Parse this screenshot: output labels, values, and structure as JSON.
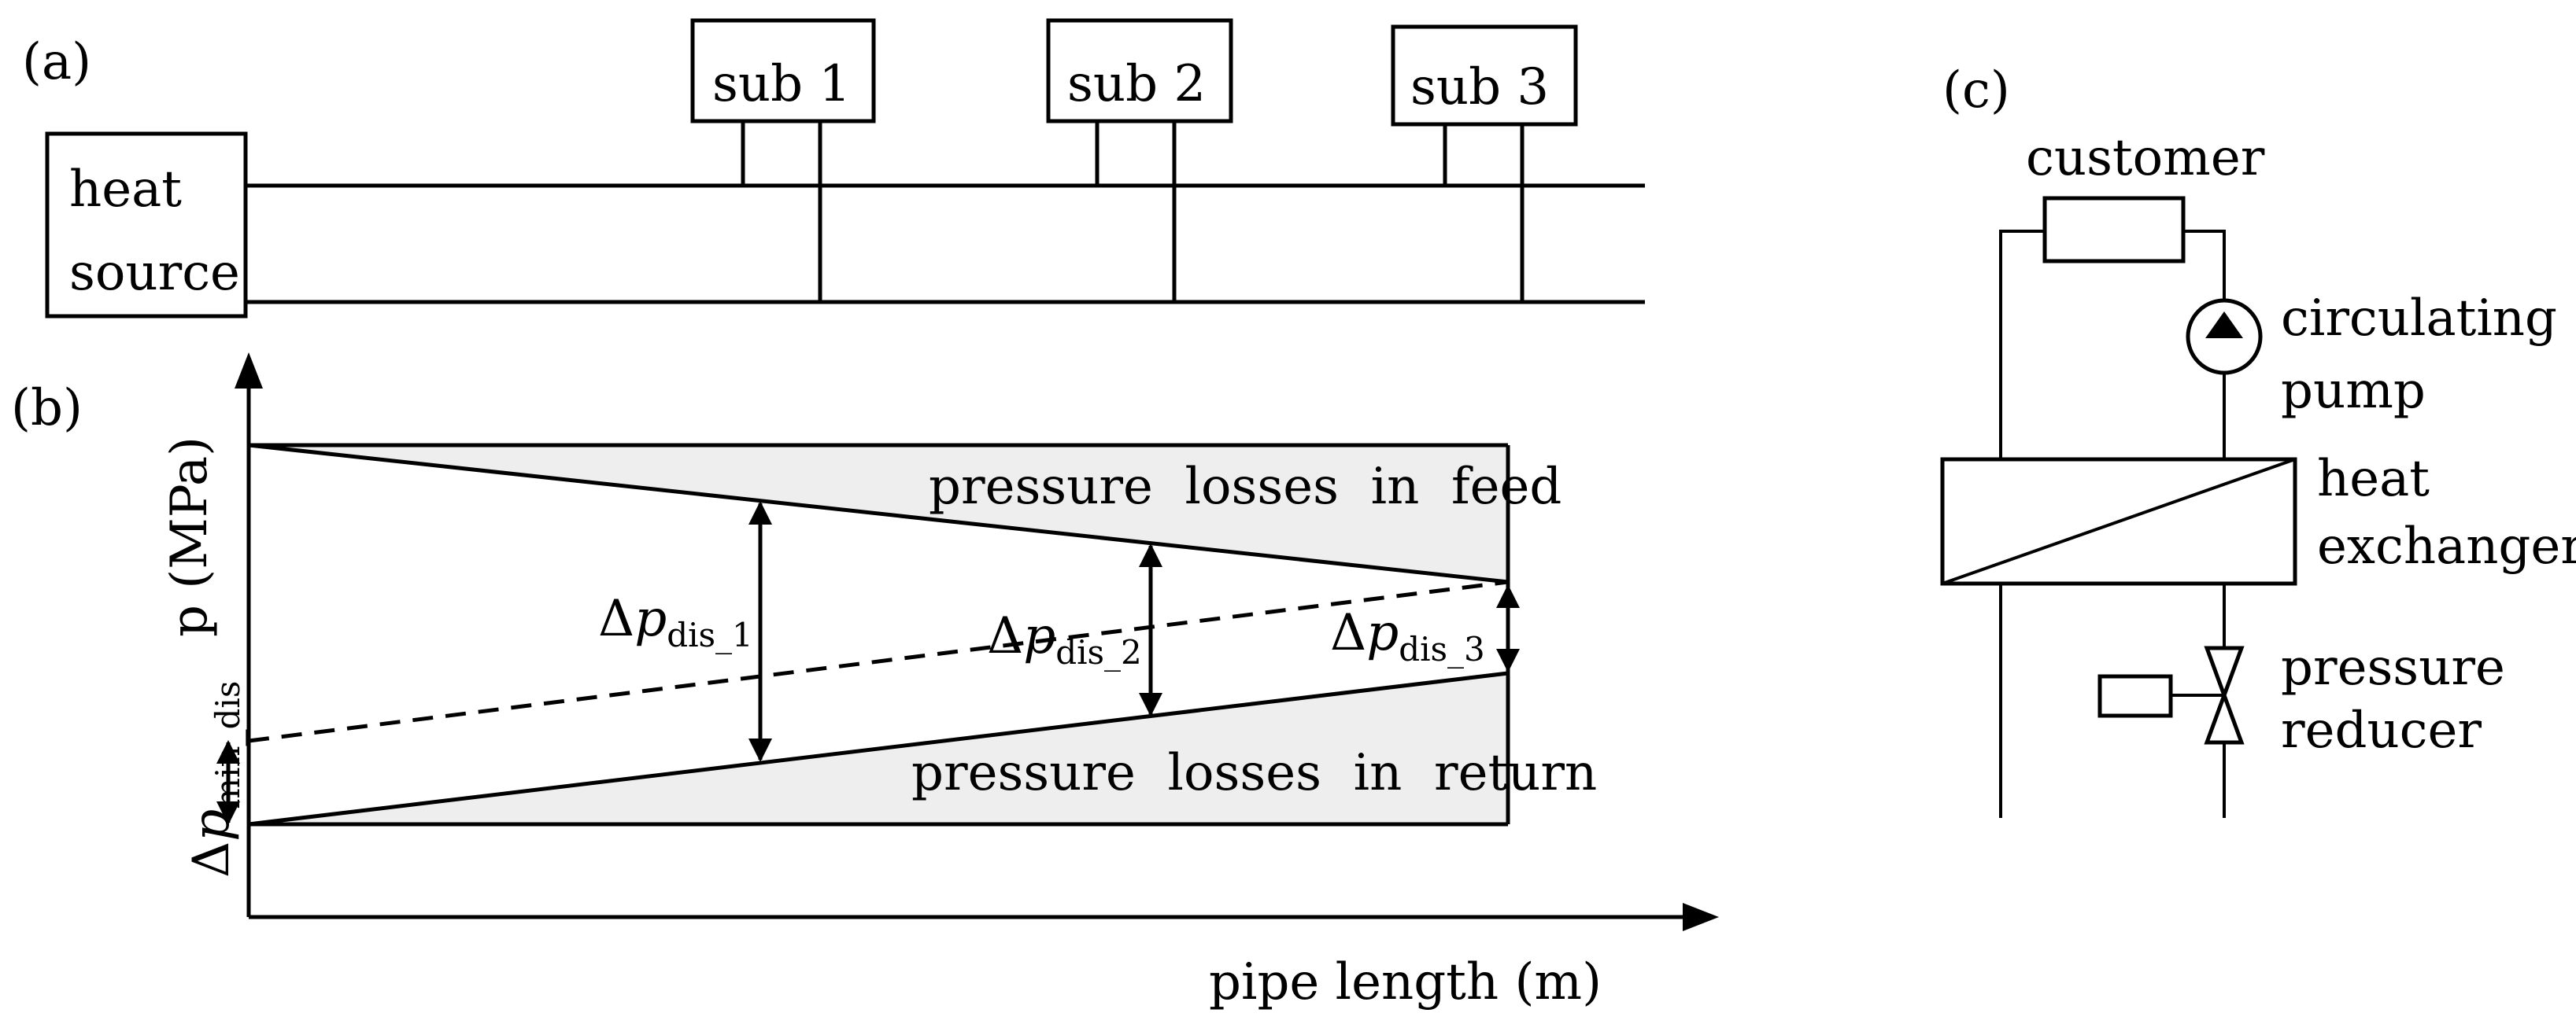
{
  "panel_a": {
    "label": "(a)",
    "heat_source_line1": "heat",
    "heat_source_line2": "source",
    "substations": [
      "sub 1",
      "sub 2",
      "sub 3"
    ]
  },
  "panel_b": {
    "label": "(b)",
    "y_axis_label": "p (MPa)",
    "x_axis_label": "pipe length (m)",
    "feed_region_label": "pressure  losses  in  feed",
    "return_region_label": "pressure  losses  in  return",
    "delta": "Δ",
    "p": "p",
    "dp1_sub": "dis_1",
    "dp2_sub": "dis_2",
    "dp3_sub": "dis_3",
    "dpmin_sub": "min_dis"
  },
  "panel_c": {
    "label": "(c)",
    "customer": "customer",
    "pump_line1": "circulating",
    "pump_line2": "pump",
    "hx_line1": "heat",
    "hx_line2": "exchanger",
    "reducer_line1": "pressure",
    "reducer_line2": "reducer"
  }
}
